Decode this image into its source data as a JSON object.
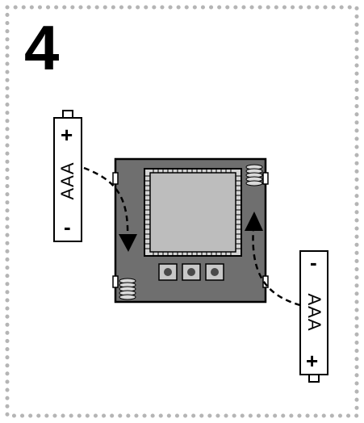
{
  "step": {
    "number": "4"
  },
  "battery_left": {
    "label": "AAA",
    "positive_sign": "+",
    "negative_sign": "-"
  },
  "battery_right": {
    "label": "AAA",
    "positive_sign": "+",
    "negative_sign": "-"
  },
  "colors": {
    "border_dots": "#b5b5b5",
    "board": "#6f6f6f",
    "screen": "#bdbdbd",
    "outline": "#000000",
    "spring": "#d9d9d9",
    "button": "#c8c8c8"
  },
  "icons": [
    "dotted-border",
    "device-board-icon",
    "battery-icon",
    "spring-contact-icon",
    "arrow-icon"
  ]
}
